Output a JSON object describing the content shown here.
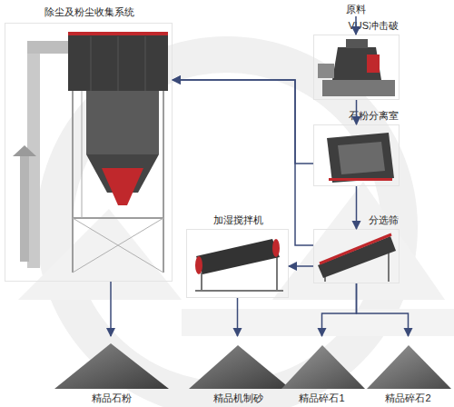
{
  "diagram": {
    "nodes": [
      {
        "text": [
          "除尘及粉尘收集系统"
        ]
      },
      {
        "text": [
          "原料"
        ]
      },
      {
        "text": [
          "VUS冲击破"
        ]
      },
      {
        "text": [
          "石粉分离室"
        ]
      },
      {
        "text": [
          "加湿搅拌机"
        ]
      },
      {
        "text": [
          "分选筛"
        ]
      },
      {
        "text": [
          "精品石粉"
        ]
      },
      {
        "text": [
          "精品机制砂"
        ]
      },
      {
        "text": [
          "精品碎石1"
        ]
      },
      {
        "text": [
          "精品碎石2"
        ]
      }
    ],
    "edges": [
      {
        "from": 1,
        "to": 2,
        "arrow": "to"
      },
      {
        "from": 2,
        "to": 3,
        "arrow": "to"
      },
      {
        "from": 3,
        "to": 5,
        "arrow": "to"
      },
      {
        "from": 3,
        "to": 0,
        "arrow": "to"
      },
      {
        "from": 5,
        "to": 0,
        "arrow": "to"
      },
      {
        "from": 5,
        "to": 4,
        "arrow": "to"
      },
      {
        "from": 0,
        "to": 6,
        "arrow": "to"
      },
      {
        "from": 4,
        "to": 7,
        "arrow": "to"
      },
      {
        "from": 5,
        "to": 8,
        "arrow": "to"
      },
      {
        "from": 5,
        "to": 9,
        "arrow": "to"
      }
    ]
  }
}
